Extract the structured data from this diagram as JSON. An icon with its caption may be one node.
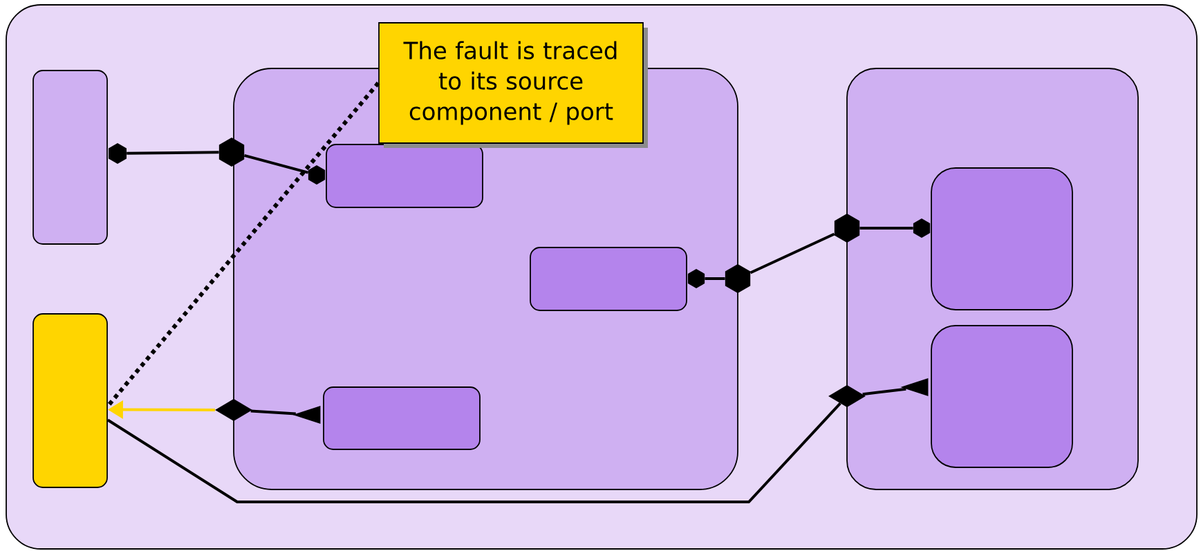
{
  "diagram": {
    "nodes": [
      {
        "text": [],
        "shape": "box"
      },
      {
        "text": [],
        "shape": "box",
        "in": 0
      },
      {
        "text": [],
        "shape": "box",
        "in": 0
      },
      {
        "text": [],
        "shape": "box",
        "in": 0
      },
      {
        "text": [],
        "shape": "box",
        "in": 3
      },
      {
        "text": [],
        "shape": "box",
        "in": 3
      },
      {
        "text": [],
        "shape": "box",
        "in": 3
      },
      {
        "text": [],
        "shape": "box",
        "in": 0
      },
      {
        "text": [],
        "shape": "box",
        "in": 7
      },
      {
        "text": [],
        "shape": "box",
        "in": 7
      },
      {
        "text": [
          "The fault is traced to its source component / port"
        ],
        "in": 0
      },
      {
        "text": [],
        "shape": "hexagon",
        "in": 0
      },
      {
        "text": [],
        "shape": "hexagon",
        "in": 0
      },
      {
        "text": [],
        "shape": "hexagon",
        "in": 3
      },
      {
        "text": [],
        "shape": "hexagon",
        "in": 3
      },
      {
        "text": [],
        "shape": "hexagon",
        "in": 0
      },
      {
        "text": [],
        "shape": "hexagon",
        "in": 0
      },
      {
        "text": [],
        "shape": "hexagon",
        "in": 7
      },
      {
        "text": [],
        "shape": "diamond",
        "in": 0
      },
      {
        "text": [],
        "shape": "triangle",
        "in": 3
      },
      {
        "text": [],
        "shape": "diamond",
        "in": 0
      },
      {
        "text": [],
        "shape": "triangle",
        "in": 7
      }
    ],
    "edges": [
      {
        "from": 11,
        "to": 12,
        "arrow": "none"
      },
      {
        "from": 12,
        "to": 13,
        "arrow": "none"
      },
      {
        "from": 14,
        "to": 15,
        "arrow": "none"
      },
      {
        "from": 15,
        "to": 16,
        "arrow": "none"
      },
      {
        "from": 16,
        "to": 17,
        "arrow": "none"
      },
      {
        "from": 19,
        "to": 18,
        "arrow": "none"
      },
      {
        "from": 18,
        "to": 2,
        "arrow": "to",
        "color": "#ffd500"
      },
      {
        "from": 10,
        "to": 2,
        "arrow": "none",
        "style": "dashed"
      },
      {
        "from": 2,
        "to": 20,
        "arrow": "none"
      },
      {
        "from": 20,
        "to": 21,
        "arrow": "none"
      }
    ]
  }
}
